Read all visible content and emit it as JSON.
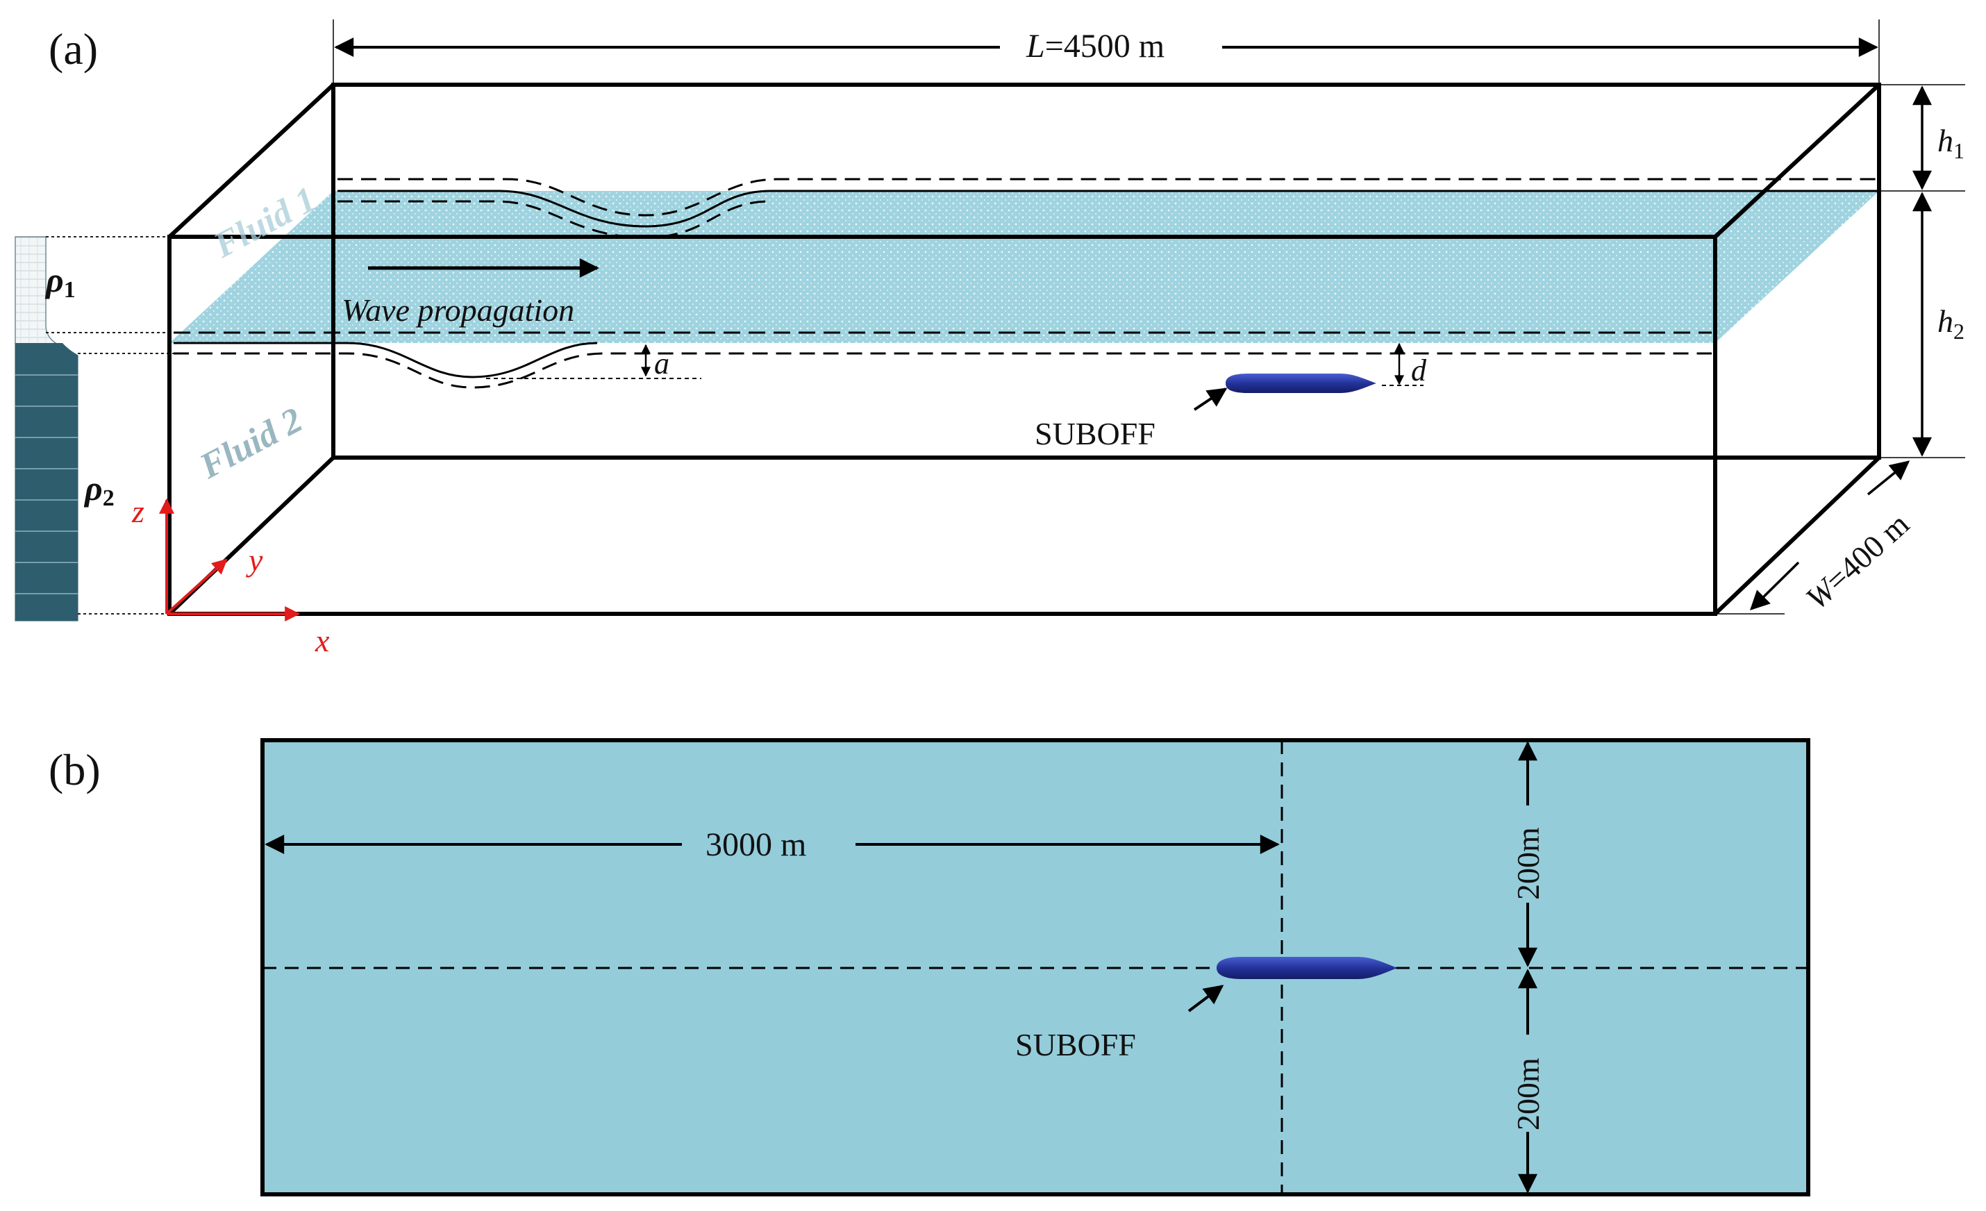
{
  "panel_a": {
    "label": "(a)",
    "length": {
      "symbol": "L",
      "text": "=4500 m"
    },
    "width": {
      "symbol": "W",
      "text": "=400 m"
    },
    "h1": {
      "symbol": "h",
      "sub": "1"
    },
    "h2": {
      "symbol": "h",
      "sub": "2"
    },
    "rho1": {
      "symbol": "ρ",
      "sub": "1"
    },
    "rho2": {
      "symbol": "ρ",
      "sub": "2"
    },
    "fluid_upper": "Fluid 1",
    "fluid_lower": "Fluid 2",
    "wave_label": "Wave propagation",
    "amplitude_label": "a",
    "depth_label": "d",
    "suboff_label": "SUBOFF",
    "axis_x": "x",
    "axis_y": "y",
    "axis_z": "z"
  },
  "panel_b": {
    "label": "(b)",
    "distance_label": "3000 m",
    "half_width_upper": "200m",
    "half_width_lower": "200m",
    "suboff_label": "SUBOFF"
  },
  "colors": {
    "interface_fill": "#9fd3df",
    "top_view_fill": "#94ccda",
    "submarine": "#23339a",
    "axis_red": "#e21b1b",
    "density_dark": "#2e5d6e"
  }
}
